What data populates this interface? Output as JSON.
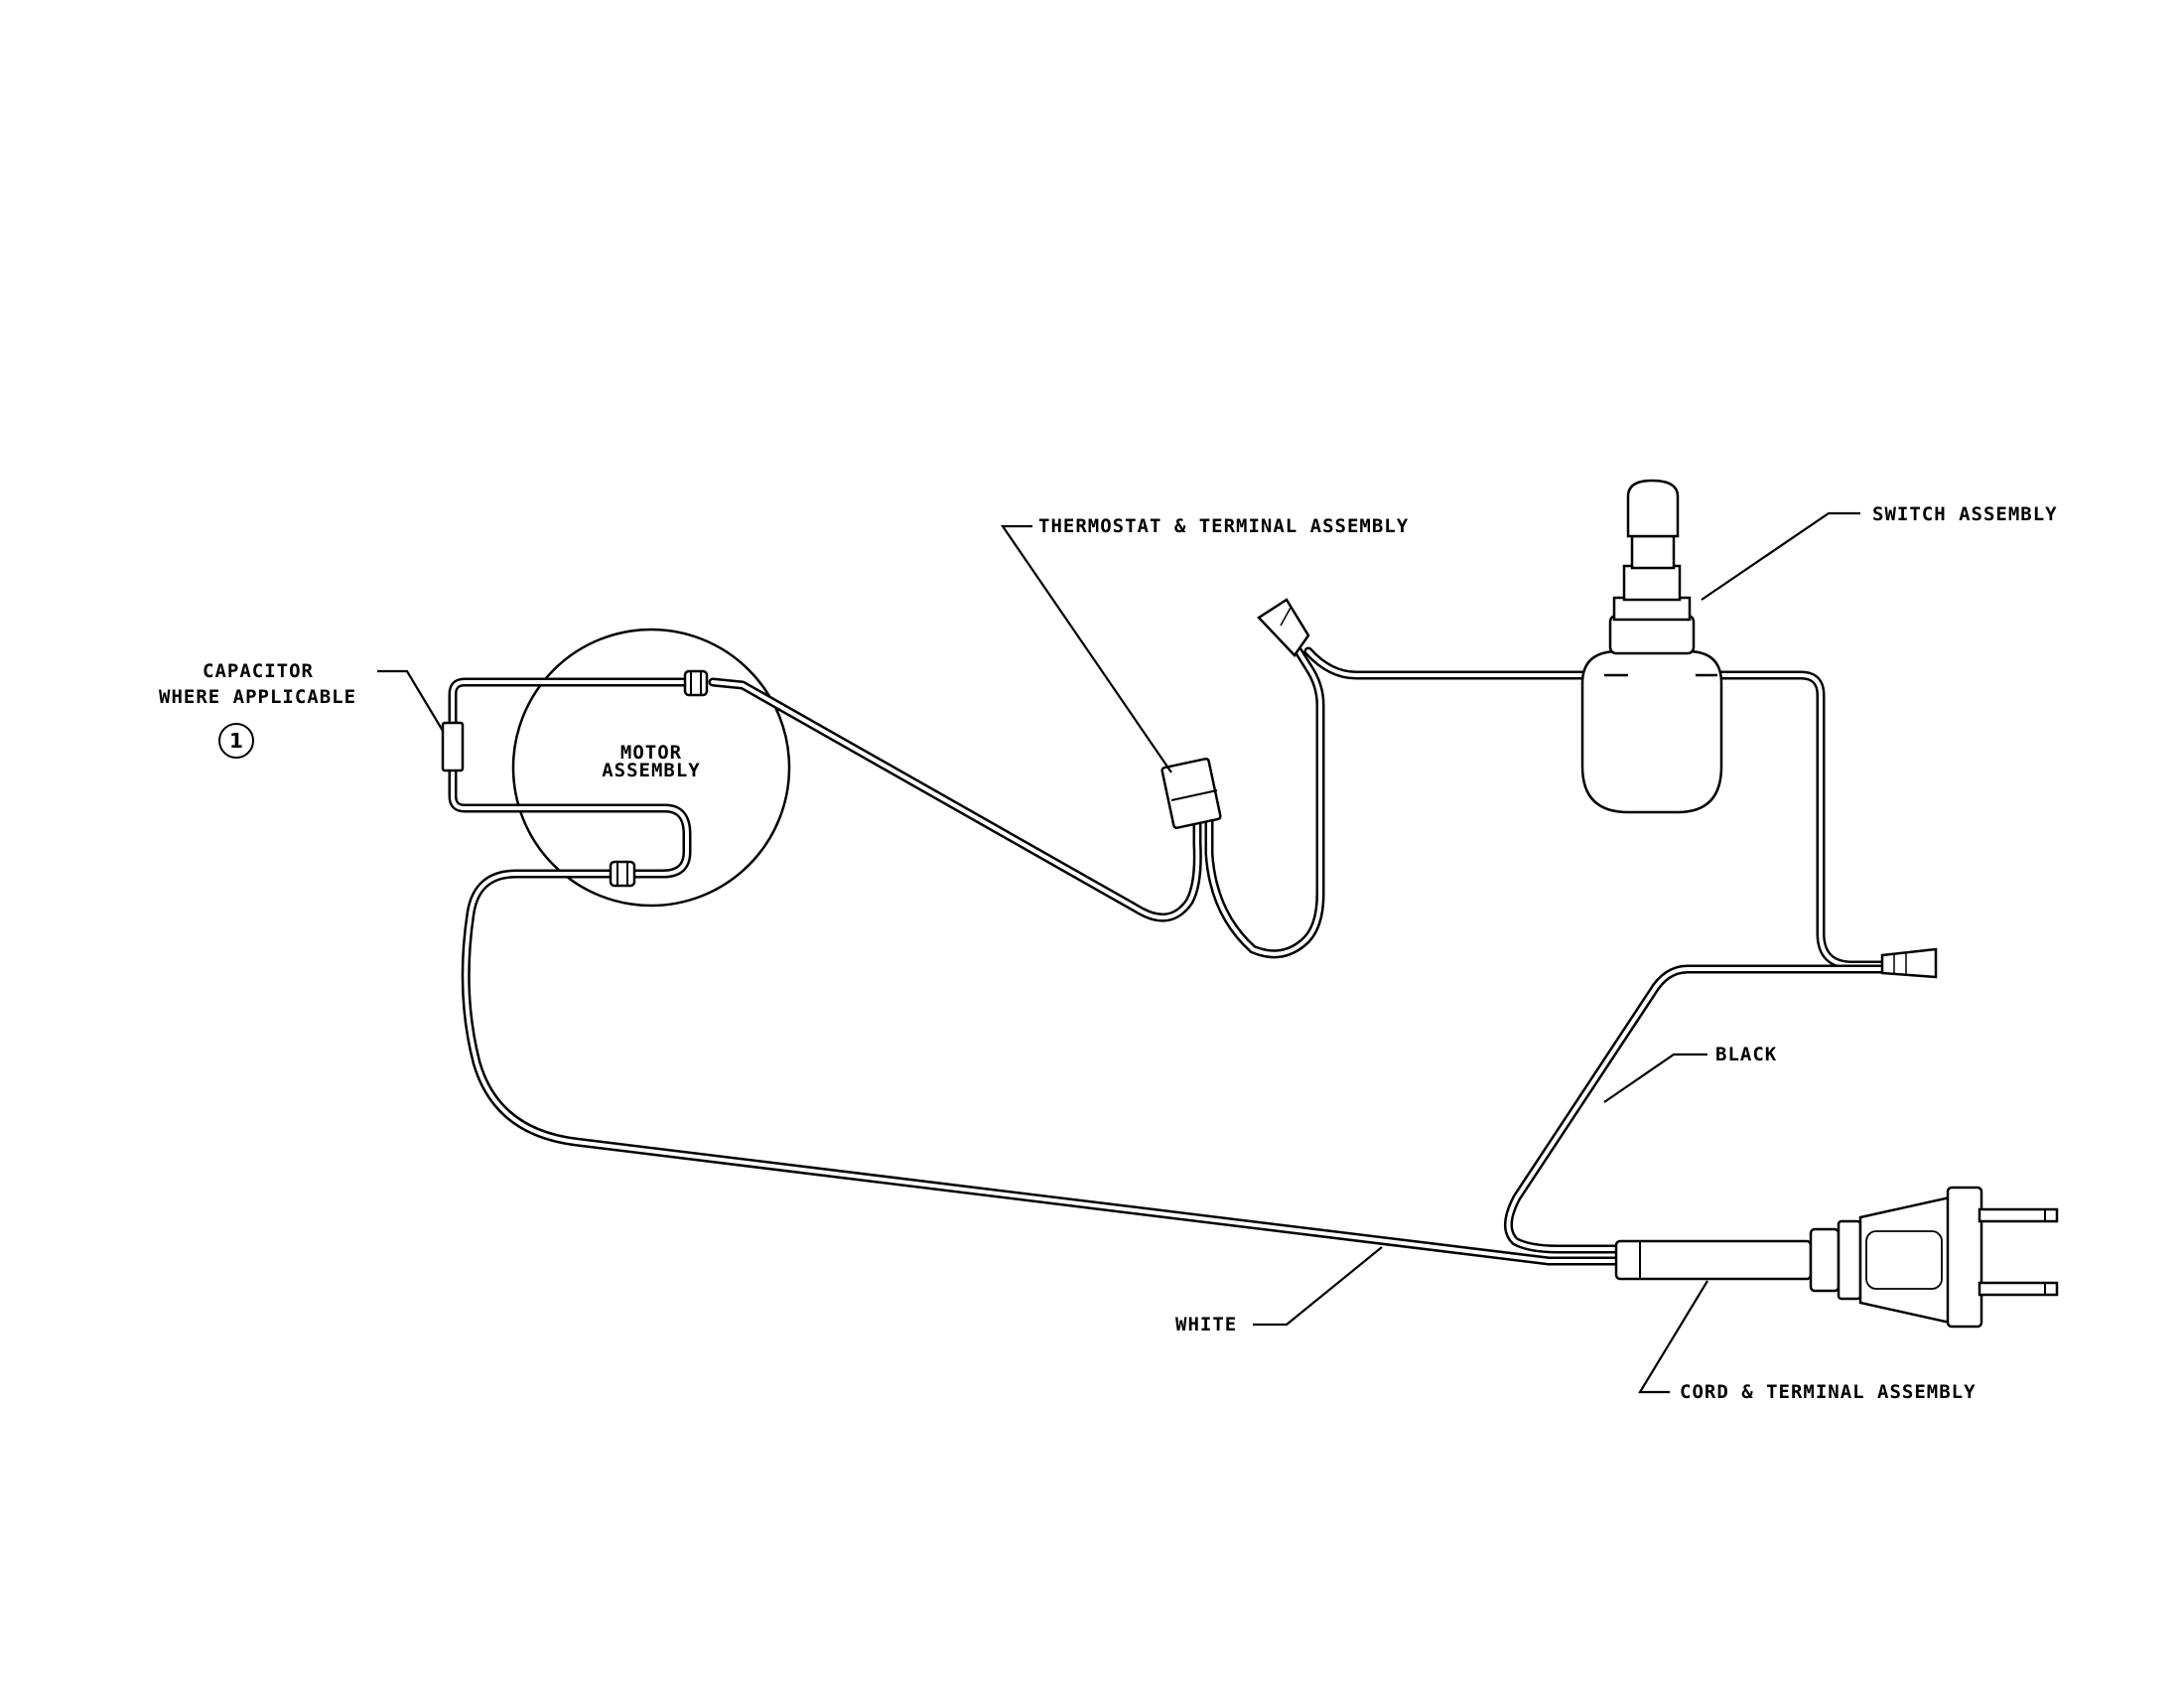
{
  "labels": {
    "capacitor": "CAPACITOR",
    "where_applicable": "WHERE APPLICABLE",
    "capacitor_note_marker": "1",
    "motor_line1": "MOTOR",
    "motor_line2": "ASSEMBLY",
    "thermostat": "THERMOSTAT & TERMINAL ASSEMBLY",
    "switch": "SWITCH ASSEMBLY",
    "black": "BLACK",
    "white": "WHITE",
    "cord": "CORD & TERMINAL ASSEMBLY"
  },
  "colors": {
    "line": "#000000",
    "background": "#ffffff"
  }
}
